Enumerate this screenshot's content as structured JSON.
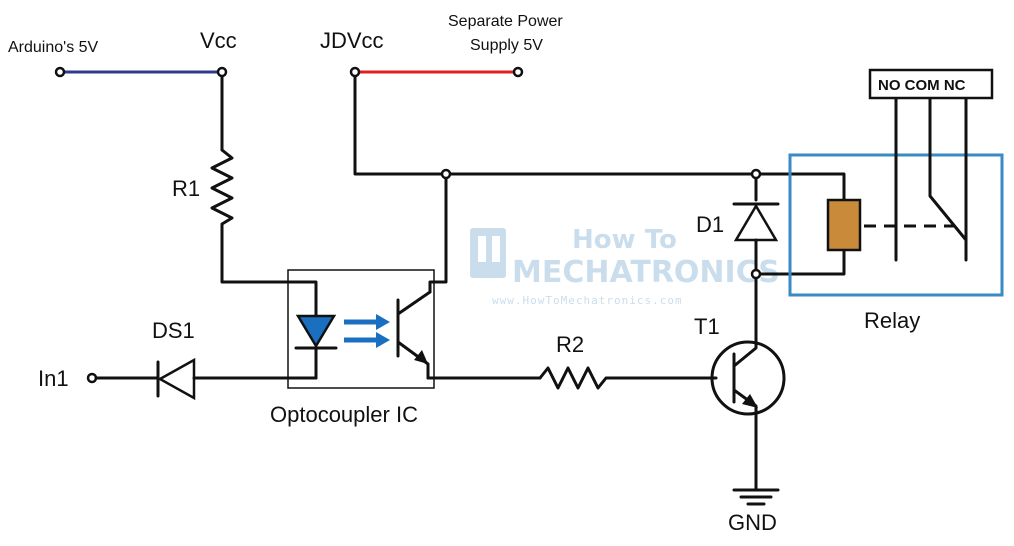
{
  "labels": {
    "arduino_5v": "Arduino's 5V",
    "vcc": "Vcc",
    "jdvcc": "JDVcc",
    "separate_power_line1": "Separate Power",
    "separate_power_line2": "Supply 5V",
    "r1": "R1",
    "r2": "R2",
    "d1": "D1",
    "ds1": "DS1",
    "in1": "In1",
    "t1": "T1",
    "gnd": "GND",
    "relay": "Relay",
    "optocoupler": "Optocoupler IC",
    "relay_terminals": "NO COM NC"
  },
  "watermark": {
    "line1": "How To",
    "line2": "MECHATRONICS",
    "url": "www.HowToMechatronics.com"
  },
  "colors": {
    "arduino_wire": "#2e3a8c",
    "power_wire": "#e02020",
    "relay_box": "#3a8ac4",
    "led_fill": "#1a6fc0",
    "coil_fill": "#c98a3a",
    "watermark": "#9fc3de"
  }
}
